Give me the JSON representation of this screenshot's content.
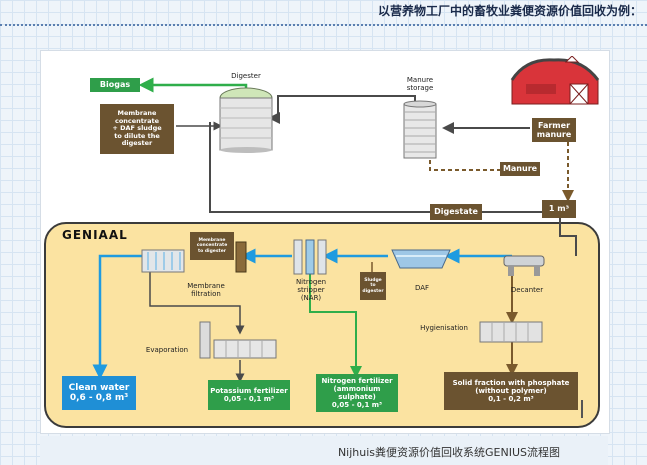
{
  "page": {
    "top_caption": "以营养物工厂中的畜牧业粪便资源价值回收为例：",
    "bottom_caption": "Nijhuis粪便资源价值回收系统GENIUS流程图"
  },
  "diagram": {
    "panel_title": "GENIAAL",
    "digester_label": "Digester",
    "manure_storage_label": "Manure\nstorage",
    "biogas": "Biogas",
    "membrane_concentrate_note": "Membrane\nconcentrate\n+ DAF sludge\nto dilute the\ndigester",
    "farmer_manure": "Farmer\nmanure",
    "manure": "Manure",
    "flow_1m3": "1 m³",
    "digestate": "Digestate",
    "decanter": "Decanter",
    "dap": "DAF",
    "sludge_to_digester": "Sludge\nto\ndigester",
    "nitrogen_stripper": "Nitrogen\nstripper\n(NAR)",
    "membrane_filtration": "Membrane\nfiltration",
    "membrane_concentrate_to_digester": "Membrane\nconcentrate\nto digester",
    "evaporation": "Evaporation",
    "hygienisation": "Hygienisation",
    "solid_fraction": "Solid fraction with phosphate\n(without polymer)",
    "solid_fraction_qty": "0,1 - 0,2 m³",
    "nitrogen_fertilizer": "Nitrogen fertilizer\n(ammonium sulphate)",
    "nitrogen_fertilizer_qty": "0,05 - 0,1 m³",
    "potassium_fertilizer": "Potassium fertilizer",
    "potassium_fertilizer_qty": "0,05 - 0,1 m³",
    "clean_water": "Clean water",
    "clean_water_qty": "0,6 - 0,8 m³"
  },
  "colors": {
    "brown": "#6b5330",
    "green": "#2f9e4a",
    "blue": "#1f8fd6",
    "panel_yellow": "#fbe3a1",
    "pipe_gray": "#4a4a4a",
    "pipe_blue": "#1f9be0",
    "pipe_brown": "#7a5a2c",
    "pipe_green": "#2fae4a"
  }
}
